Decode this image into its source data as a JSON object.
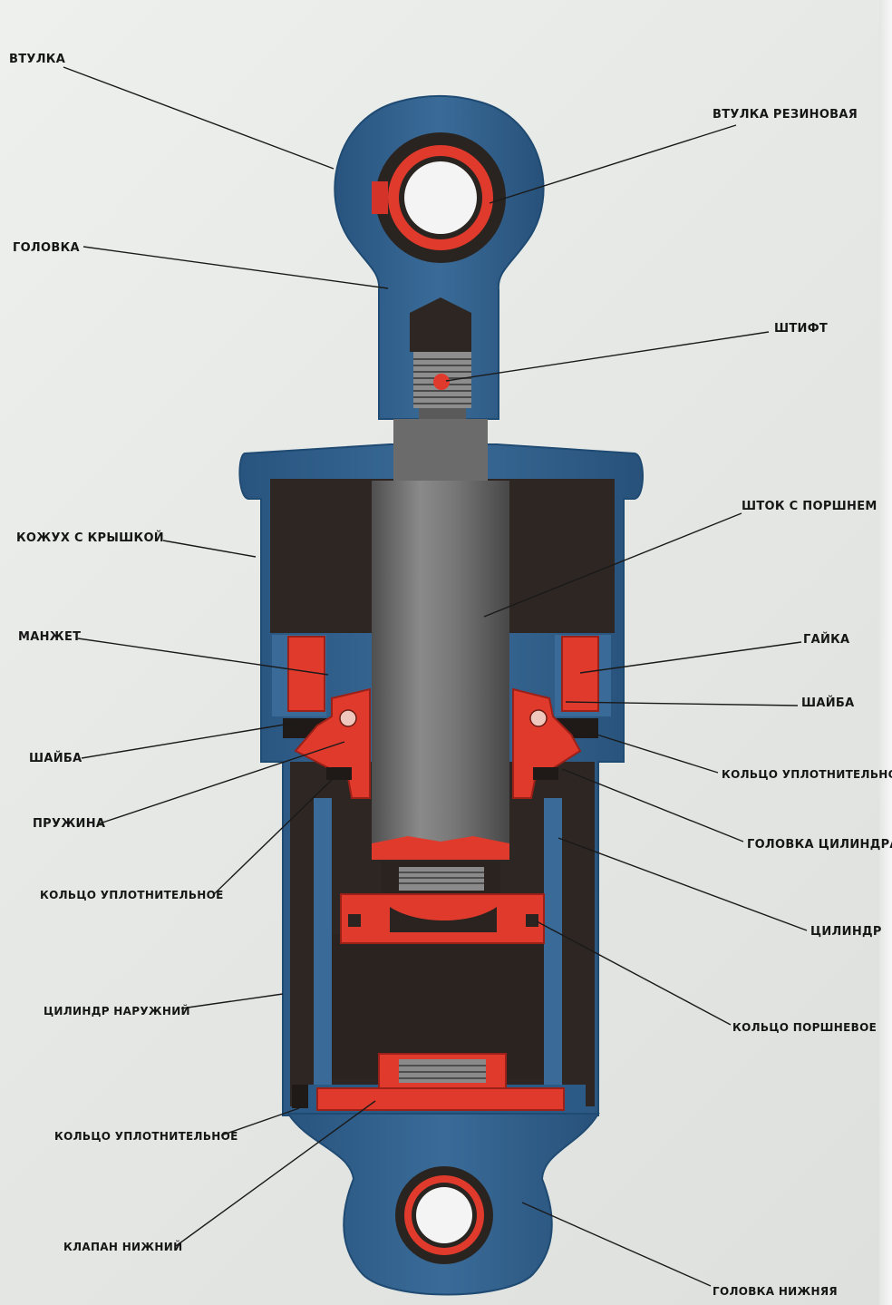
{
  "diagram": {
    "colors": {
      "blue": "#2f5f8c",
      "blue_dark": "#1f4a72",
      "red": "#e03a2c",
      "dark": "#2e2622",
      "steel": "#6f6f6f",
      "white": "#ffffff",
      "leader": "#1a1a1a"
    },
    "labels": {
      "vtulka": "ВТУЛКА",
      "vtulka_rezinovaya": "ВТУЛКА РЕЗИНОВАЯ",
      "golovka": "ГОЛОВКА",
      "shtift": "ШТИФТ",
      "kozhuh": "КОЖУХ С КРЫШКОЙ",
      "shtok": "ШТОК С ПОРШНЕМ",
      "manzhet": "МАНЖЕТ",
      "gaika": "ГАЙКА",
      "shaiba_right": "ШАЙБА",
      "shaiba_left": "ШАЙБА",
      "kolco_upl_right": "КОЛЬЦО УПЛОТНИТЕЛЬНОЕ",
      "pruzhina": "ПРУЖИНА",
      "golovka_cilindra": "ГОЛОВКА ЦИЛИНДРА",
      "kolco_upl_left": "КОЛЬЦО УПЛОТНИТЕЛЬНОЕ",
      "cilindr": "ЦИЛИНДР",
      "kolco_porshnevoe": "КОЛЬЦО ПОРШНЕВОЕ",
      "cilindr_naruzhny": "ЦИЛИНДР НАРУЖНИЙ",
      "kolco_upl_bottom": "КОЛЬЦО УПЛОТНИТЕЛЬНОЕ",
      "klapan_nizhny": "КЛАПАН НИЖНИЙ",
      "golovka_nizhnyaya": "ГОЛОВКА НИЖНЯЯ"
    }
  }
}
